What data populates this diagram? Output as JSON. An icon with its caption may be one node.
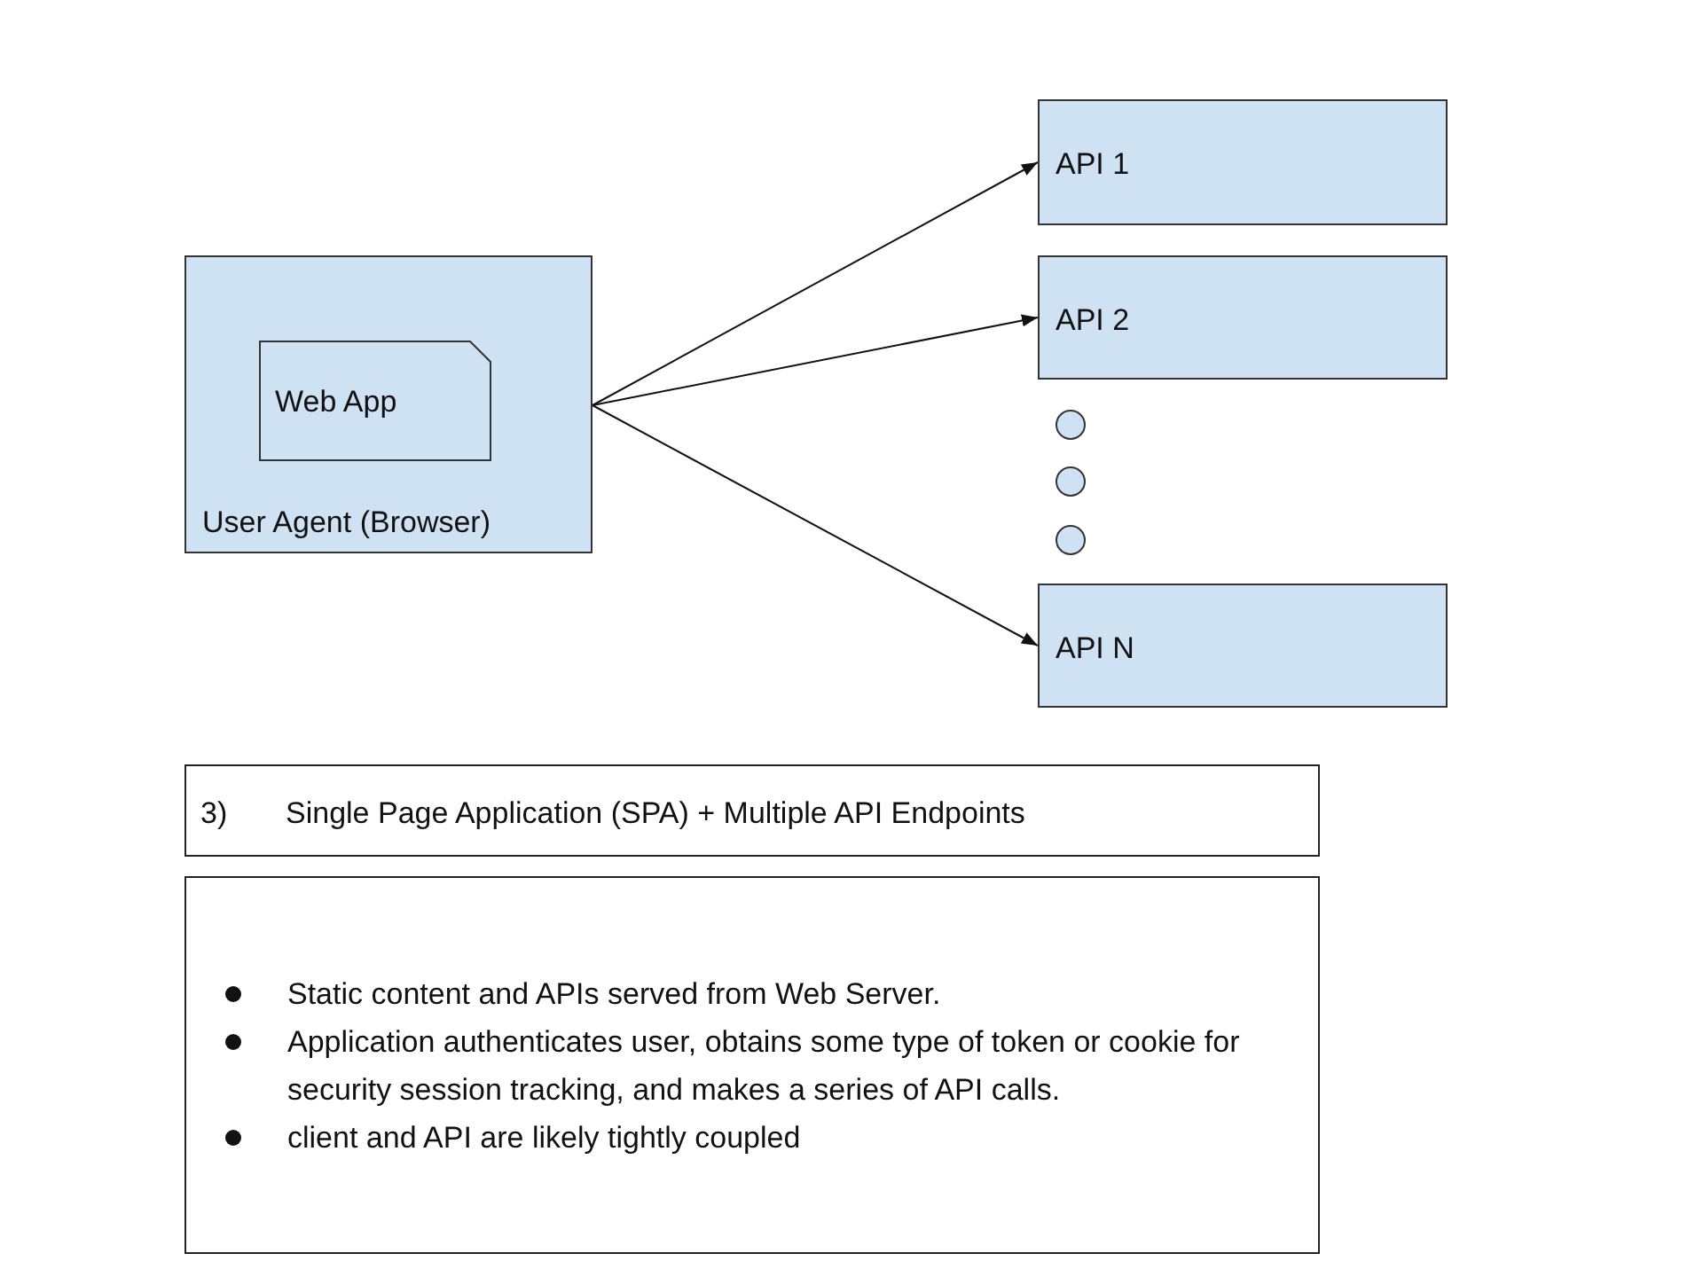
{
  "diagram": {
    "nodes": [
      {
        "text": [
          "User Agent (Browser)"
        ]
      },
      {
        "text": [
          "Web App"
        ],
        "in": 0
      },
      {
        "text": [
          "API 1"
        ]
      },
      {
        "text": [
          "API 2"
        ]
      },
      {
        "text": [],
        "shape": "circle"
      },
      {
        "text": [],
        "shape": "circle"
      },
      {
        "text": [],
        "shape": "circle"
      },
      {
        "text": [
          "API N"
        ]
      },
      {
        "text": [
          "3)",
          "Single Page Application (SPA) +  Multiple API Endpoints"
        ]
      },
      {
        "text": [
          "Static content and APIs served from Web Server.",
          "Application authenticates user, obtains some type of token or cookie for security session tracking, and makes a series of API calls.",
          "client and API are likely tightly coupled"
        ]
      }
    ],
    "edges": [
      {
        "from": 0,
        "to": 2,
        "arrow": "to"
      },
      {
        "from": 0,
        "to": 3,
        "arrow": "to"
      },
      {
        "from": 0,
        "to": 7,
        "arrow": "to"
      }
    ]
  }
}
